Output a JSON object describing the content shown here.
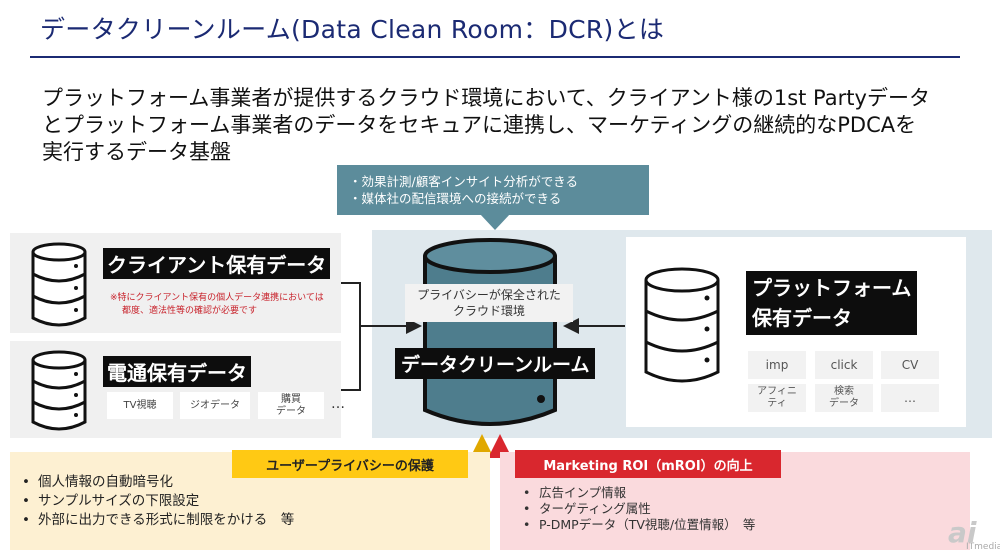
{
  "title": "データクリーンルーム(Data Clean Room：DCR)とは",
  "lead": [
    "プラットフォーム事業者が提供するクラウド環境において、クライアント様の1st Partyデータ",
    "とプラットフォーム事業者のデータをセキュアに連携し、マーケティングの継続的なPDCAを",
    "実行するデータ基盤"
  ],
  "insight": [
    "・効果計測/顧客インサイト分析ができる",
    "・媒体社の配信環境への接続ができる"
  ],
  "client": {
    "title": "クライアント保有データ",
    "note": [
      "※特にクライアント保有の個人データ連携においては",
      "都度、適法性等の確認が必要です"
    ]
  },
  "dentsu": {
    "title": "電通保有データ",
    "chips": [
      "TV視聴",
      "ジオデータ",
      "購買\nデータ"
    ],
    "more": "…"
  },
  "center": {
    "cloud": "プライバシーが保全された\nクラウド環境",
    "label": "データクリーンルーム"
  },
  "platform": {
    "title": "プラットフォーム\n保有データ",
    "chips": [
      "imp",
      "click",
      "CV",
      "アフィニ\nティ",
      "検索\nデータ",
      "…"
    ]
  },
  "privacy": {
    "tag": "ユーザープライバシーの保護",
    "items": [
      "個人情報の自動暗号化",
      "サンプルサイズの下限設定",
      "外部に出力できる形式に制限をかける　等"
    ]
  },
  "marketing": {
    "tag": "Marketing ROI（mROI）の向上",
    "items": [
      "広告インプ情報",
      "ターゲティング属性",
      "P-DMPデータ（TV視聴/位置情報）　等"
    ]
  },
  "watermark": {
    "logo": "ai",
    "sub": "ITmedia"
  },
  "colors": {
    "title": "#1b2a73",
    "insight": "#5c8c9b",
    "privacy": "#ffc914",
    "marketing": "#d9272e"
  }
}
